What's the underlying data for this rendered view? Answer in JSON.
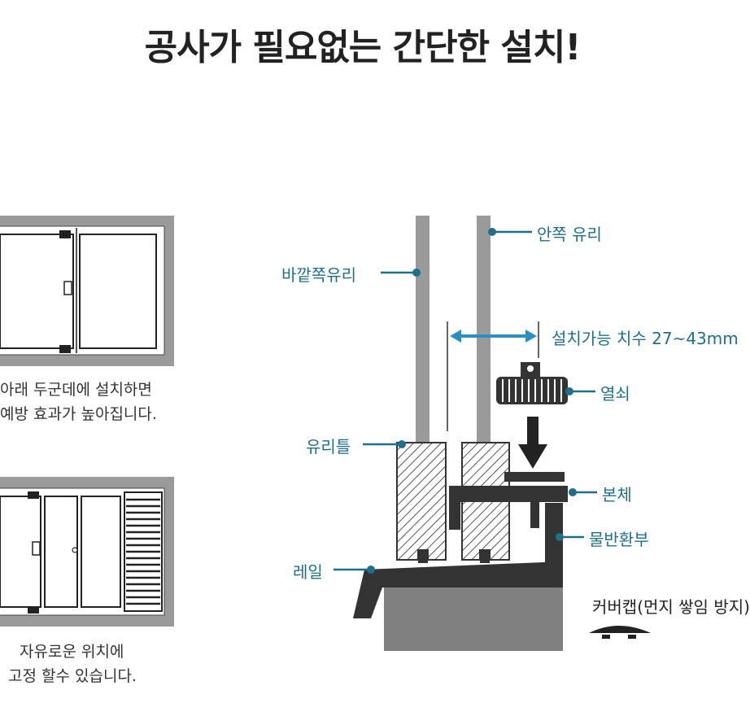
{
  "title": "공사가 필요없는 간단한 설치!",
  "left_panel": {
    "caption1_line1": "아래 두군데에 설치하면",
    "caption1_line2": "예방 효과가 높아집니다.",
    "caption2_line1": "자유로운 위치에",
    "caption2_line2": "고정 할수 있습니다."
  },
  "diagram": {
    "labels": {
      "inner_glass": "안쪽 유리",
      "outer_glass": "바깥쪽유리",
      "install_size": "설치가능 치수 27~43mm",
      "key": "열쇠",
      "glass_frame": "유리틀",
      "body": "본체",
      "anti_return": "물반환부",
      "rail": "레일",
      "cover_cap": "커버캡(먼지 쌓임 방지)"
    }
  },
  "colors": {
    "label_teal": "#1f6f8b",
    "arrow_blue": "#2a8fc4",
    "frame_gray": "#9a9a9a",
    "dark": "#222222"
  }
}
